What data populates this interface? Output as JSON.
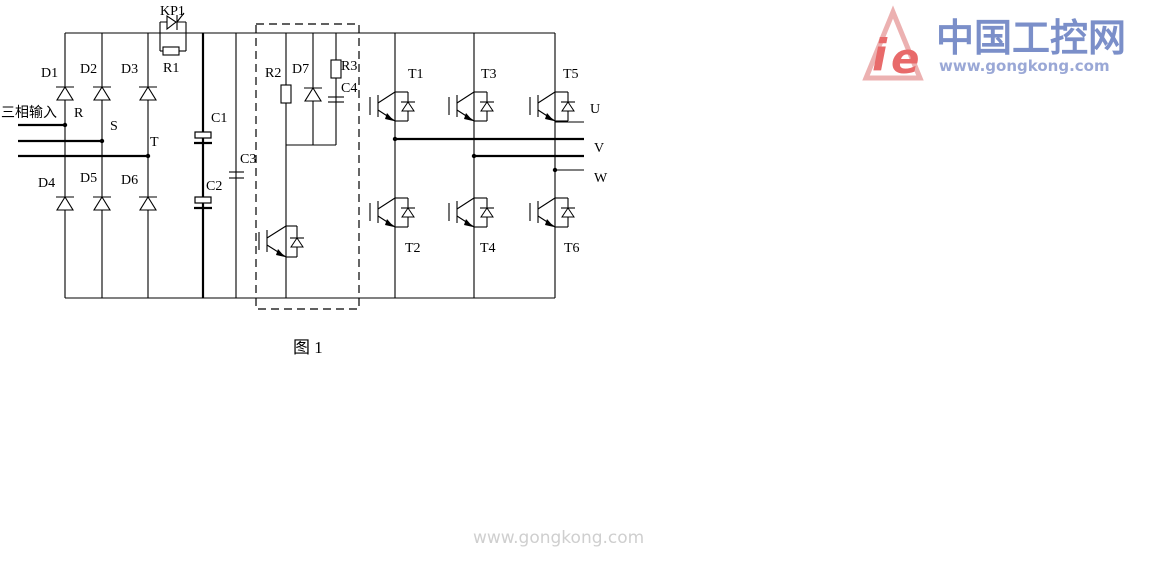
{
  "labels": {
    "input": "三相输入",
    "R": "R",
    "S": "S",
    "T": "T",
    "KP1": "KP1",
    "R1": "R1",
    "D1": "D1",
    "D2": "D2",
    "D3": "D3",
    "D4": "D4",
    "D5": "D5",
    "D6": "D6",
    "C1": "C1",
    "C2": "C2",
    "C3": "C3",
    "C4": "C4",
    "R2": "R2",
    "D7": "D7",
    "R3": "R3",
    "T1": "T1",
    "T2": "T2",
    "T3": "T3",
    "T4": "T4",
    "T5": "T5",
    "T6": "T6",
    "U": "U",
    "V": "V",
    "W": "W"
  },
  "caption": "图 1",
  "logo": {
    "cn": "中国工控网",
    "url": "www.gongkong.com",
    "mark_letters": "ie"
  },
  "watermark": "www.gongkong.com",
  "colors": {
    "line": "#000000",
    "logo_cn": "#7b8fc9",
    "logo_url": "#9aa8d6",
    "logo_e": "#e86a6a",
    "watermark": "#cfcfcf"
  }
}
